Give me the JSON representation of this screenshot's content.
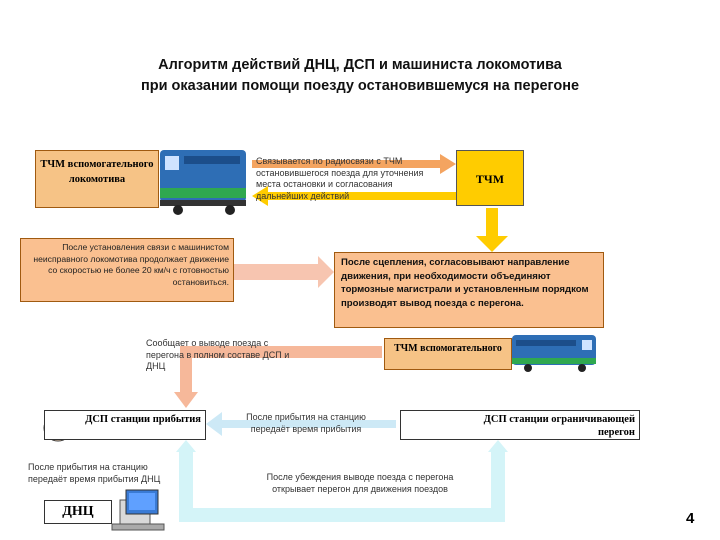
{
  "title": {
    "line1": "Алгоритм действий ДНЦ, ДСП и машиниста локомотива",
    "line2": "при оказании помощи поезду остановившемуся на перегоне"
  },
  "boxes": {
    "tchm_helper": "ТЧМ вспомогательного локомотива",
    "radio_text": "Связывается по радиосвязи с ТЧМ остановившегося поезда для уточнения места остановки и согласования дальнейших действий",
    "tchm": "ТЧМ",
    "after_contact": "После установления связи с машинистом неисправного локомотива продолжает движение со скоростью не более 20 км/ч с готовностью остановиться.",
    "after_coupling": "После сцепления, согласовывают направление движения, при необходимости объединяют тормозные магистрали и установленным порядком производят вывод поезда с перегона.",
    "reports_text": "Сообщает о выводе поезда с перегона в полном составе ДСП и ДНЦ",
    "tchm_helper2": "ТЧМ вспомогательного",
    "dsp_arrival": "ДСП станции прибытия",
    "arrival_time_text": "После прибытия на станцию передаёт время прибытия",
    "dsp_limiting": "ДСП станции ограничивающей перегон",
    "dnc_time_text": "После прибытия на станцию передаёт время прибытия ДНЦ",
    "dnc": "ДНЦ",
    "opens_text": "После убеждения выводе поезда с перегона открывает перегон для движения поездов",
    "page_number": "4"
  },
  "colors": {
    "orange": "#f6c386",
    "yellow": "#ffcc00",
    "arrow_orange": "#f4a460",
    "arrow_yellow": "#ffcc00",
    "arrow_cyan": "#d4f4f8",
    "loco_blue": "#2e6eb5",
    "loco_green": "#2fa84f"
  }
}
